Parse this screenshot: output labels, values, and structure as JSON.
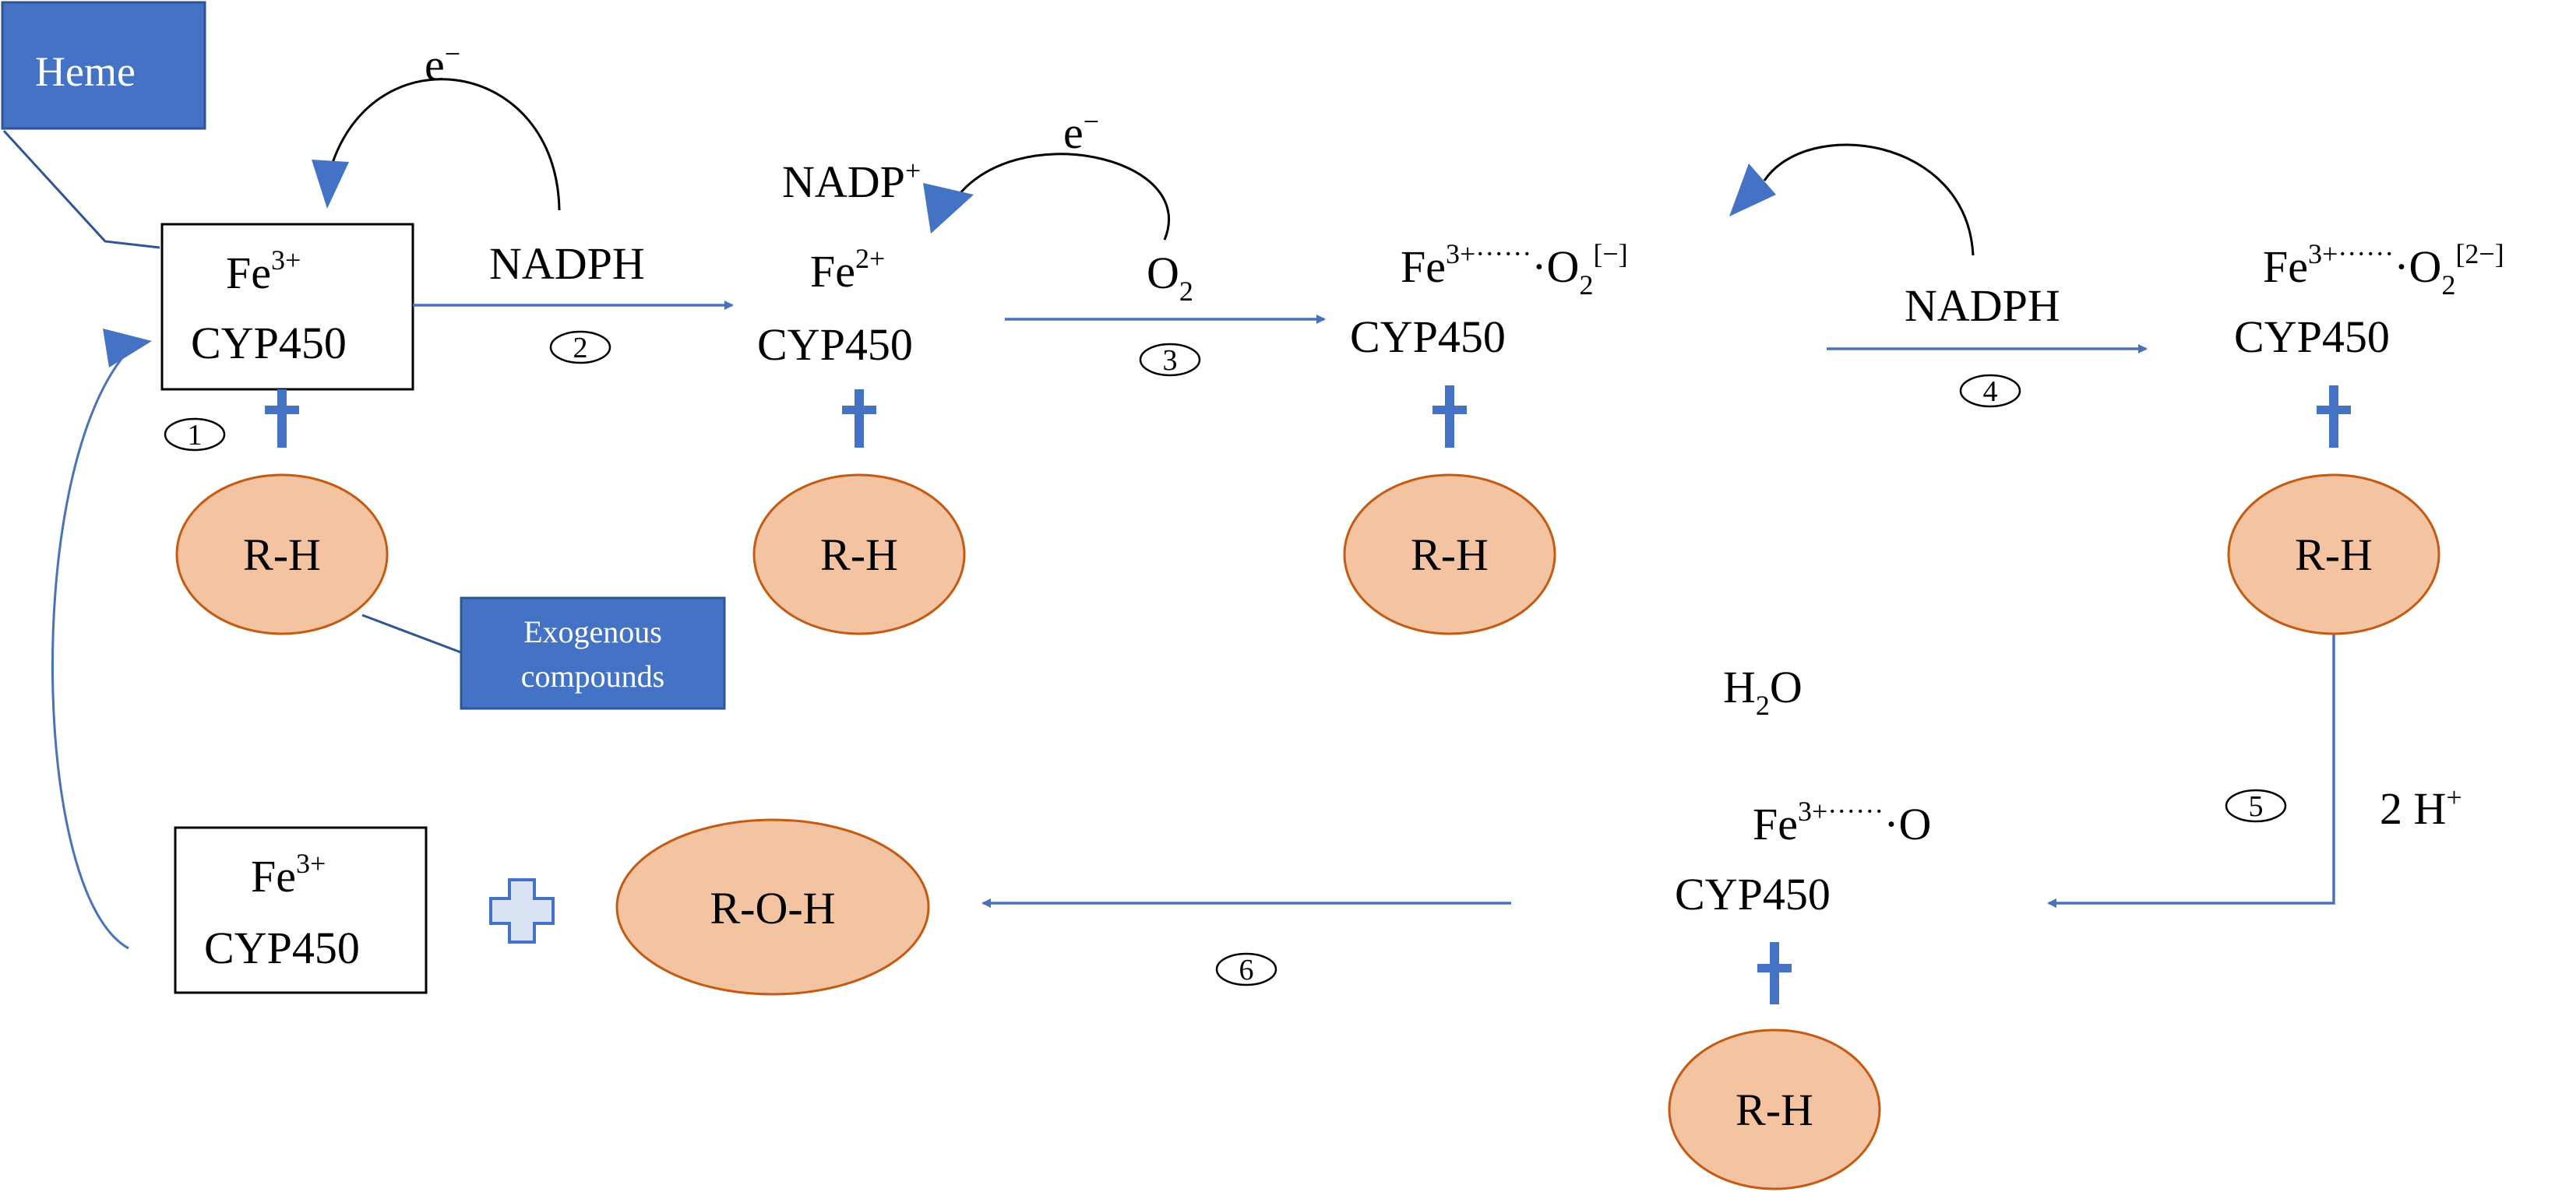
{
  "callouts": {
    "heme": "Heme",
    "exogenous_line1": "Exogenous",
    "exogenous_line2": "compounds"
  },
  "electron": {
    "symbol": "e",
    "charge": "−"
  },
  "states": {
    "s1": {
      "ion": "Fe",
      "ion_sup": "3+",
      "enzyme": "CYP450"
    },
    "s2": {
      "ion": "Fe",
      "ion_sup": "2+",
      "enzyme": "CYP450"
    },
    "s3": {
      "ion": "Fe",
      "ion_sup": "3+······",
      "ligand": "·O",
      "ligand_sub": "2",
      "ligand_sup": "[−]",
      "enzyme": "CYP450"
    },
    "s4": {
      "ion": "Fe",
      "ion_sup": "3+······",
      "ligand": "·O",
      "ligand_sub": "2",
      "ligand_sup": "[2−]",
      "enzyme": "CYP450"
    },
    "s5": {
      "ion": "Fe",
      "ion_sup": "3+······",
      "ligand": "·O",
      "enzyme": "CYP450"
    },
    "s6": {
      "ion": "Fe",
      "ion_sup": "3+",
      "enzyme": "CYP450"
    }
  },
  "substrate": "R-H",
  "product": "R-O-H",
  "reagents": {
    "nadph": "NADPH",
    "nadp": "NADP",
    "nadp_sup": "+",
    "o2": "O",
    "o2_sub": "2",
    "h2o_pre": "H",
    "h2o_sub": "2",
    "h2o_post": "O",
    "protons": "2 H",
    "protons_sup": "+"
  },
  "steps": [
    "1",
    "2",
    "3",
    "4",
    "5",
    "6"
  ],
  "colors": {
    "arrow_blue": "#4a72b8",
    "callout_fill": "#4472c4",
    "callout_stroke": "#2f5597",
    "substrate_fill": "#f4c3a2",
    "substrate_stroke": "#c55a11",
    "plus_fill": "#dae3f3"
  }
}
